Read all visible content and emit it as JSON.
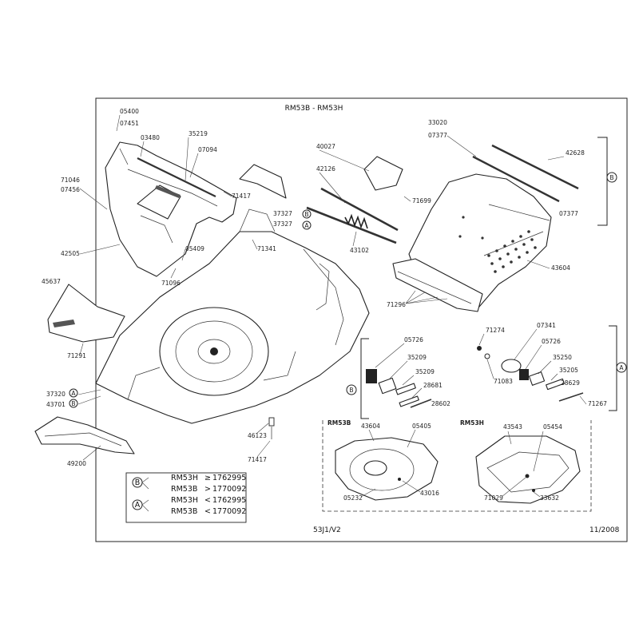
{
  "header": {
    "title": "RM53B  -  RM53H"
  },
  "footer": {
    "code": "53J1/V2",
    "date": "11/2008"
  },
  "parts": {
    "p05400": "05400",
    "p07451": "07451",
    "p03480": "03480",
    "p35219": "35219",
    "p07094": "07094",
    "p71046": "71046",
    "p07456": "07456",
    "p71417a": "71417",
    "p42505": "42505",
    "p05409": "05409",
    "p71341": "71341",
    "p71096": "71096",
    "p45637": "45637",
    "p71291": "71291",
    "p37320": "37320",
    "p43701": "43701",
    "p40027": "40027",
    "p42126": "42126",
    "p71699": "71699",
    "p37327a": "37327",
    "p37327b": "37327",
    "p43102": "43102",
    "p33020": "33020",
    "p07377a": "07377",
    "p42628": "42628",
    "p07377b": "07377",
    "p43604": "43604",
    "p71296": "71296",
    "p46123": "46123",
    "p71417b": "71417",
    "p49200": "49200",
    "p05726": "05726",
    "p35209a": "35209",
    "p35209b": "35209",
    "p28681": "28681",
    "p28602": "28602",
    "p71274": "71274",
    "p07341": "07341",
    "p05726b": "05726",
    "p35250": "35250",
    "p71083": "71083",
    "p35205": "35205",
    "p28629": "28629",
    "p71267": "71267",
    "p43604b": "43604",
    "p05405": "05405",
    "p05232": "05232",
    "p43016": "43016",
    "p43543": "43543",
    "p05454": "05454",
    "p71029": "71029",
    "p33632": "33632"
  },
  "inset": {
    "left_title": "RM53B",
    "right_title": "RM53H"
  },
  "callouts": {
    "a": "A",
    "b": "B"
  },
  "legend": {
    "rows": [
      {
        "model": "RM53H",
        "op": "≥",
        "value": "1762995"
      },
      {
        "model": "RM53B",
        "op": ">",
        "value": "1770092"
      },
      {
        "model": "RM53H",
        "op": "<",
        "value": "1762995"
      },
      {
        "model": "RM53B",
        "op": "<",
        "value": "1770092"
      }
    ],
    "group_b": "B",
    "group_a": "A"
  }
}
